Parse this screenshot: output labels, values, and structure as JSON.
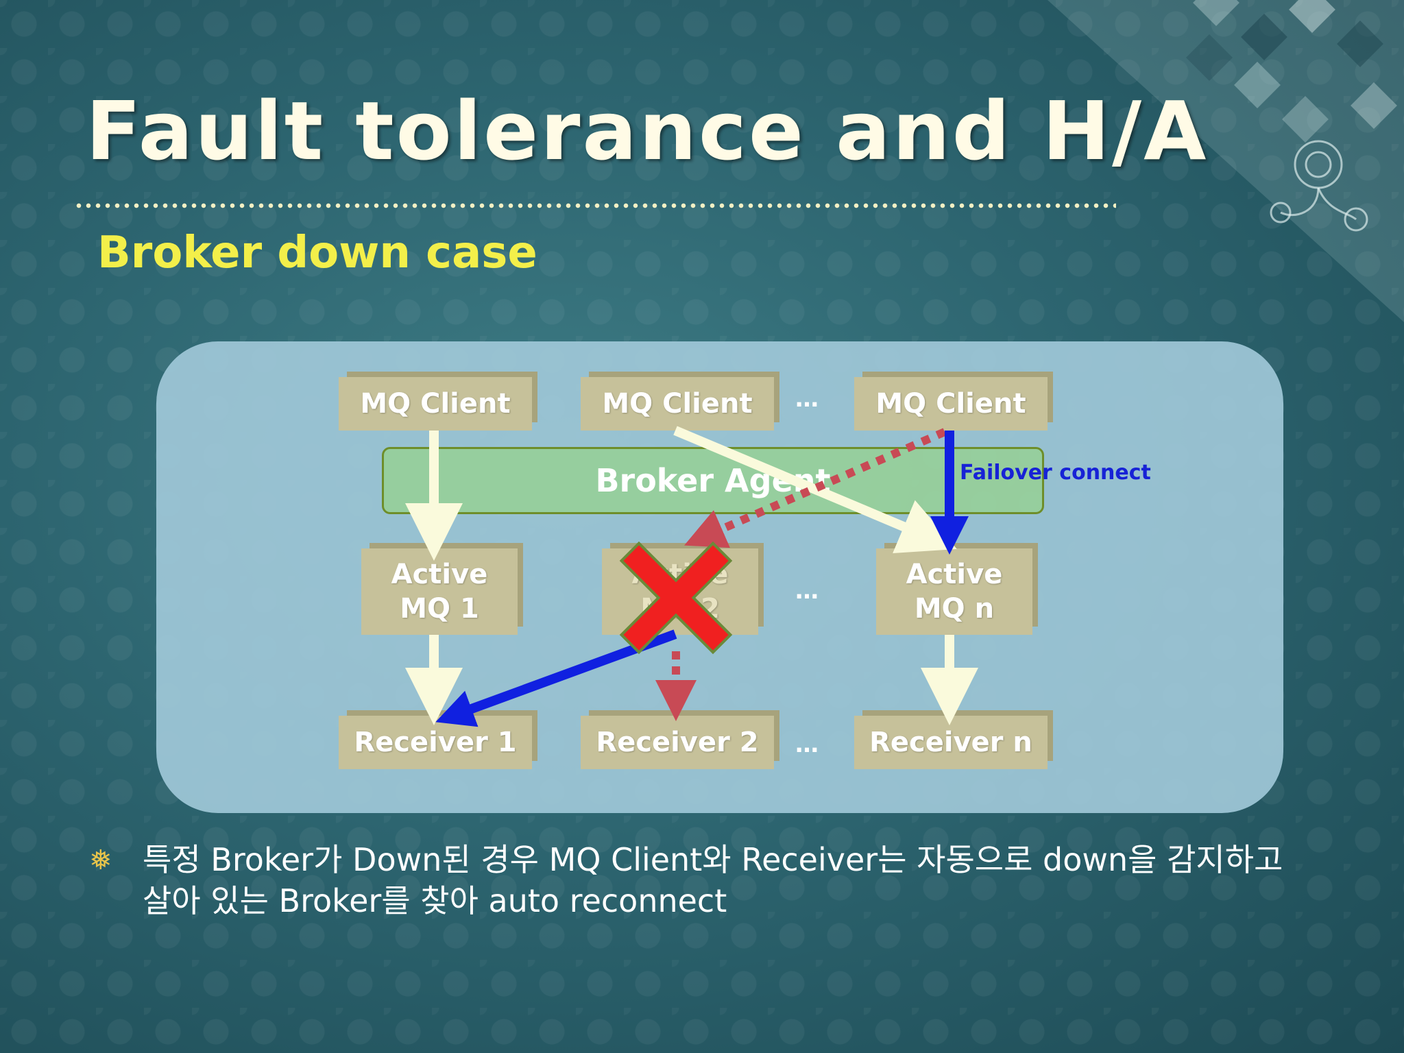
{
  "slide": {
    "title": "Fault tolerance and H/A",
    "subtitle": "Broker down case"
  },
  "diagram": {
    "clients": [
      {
        "label": "MQ Client"
      },
      {
        "label": "MQ Client"
      },
      {
        "label": "MQ Client"
      }
    ],
    "agent": {
      "label": "Broker Agent"
    },
    "brokers": [
      {
        "label": "Active\nMQ 1",
        "status": "up"
      },
      {
        "label": "Active\nMQ 2",
        "status": "down"
      },
      {
        "label": "Active\nMQ n",
        "status": "up"
      }
    ],
    "receivers": [
      {
        "label": "Receiver 1"
      },
      {
        "label": "Receiver 2"
      },
      {
        "label": "Receiver n"
      }
    ],
    "ellipsis": "…",
    "failover_label": "Failover connect",
    "colors": {
      "box": "#c6c19a",
      "failover": "#1020e0",
      "failed_link": "#d0485a",
      "down_mark": "#f02020"
    }
  },
  "bullet": {
    "icon": "snowflake-icon",
    "text": "특정 Broker가 Down된 경우 MQ Client와 Receiver는 자동으로 down을 감지하고 살아 있는 Broker를 찾아 auto reconnect"
  }
}
